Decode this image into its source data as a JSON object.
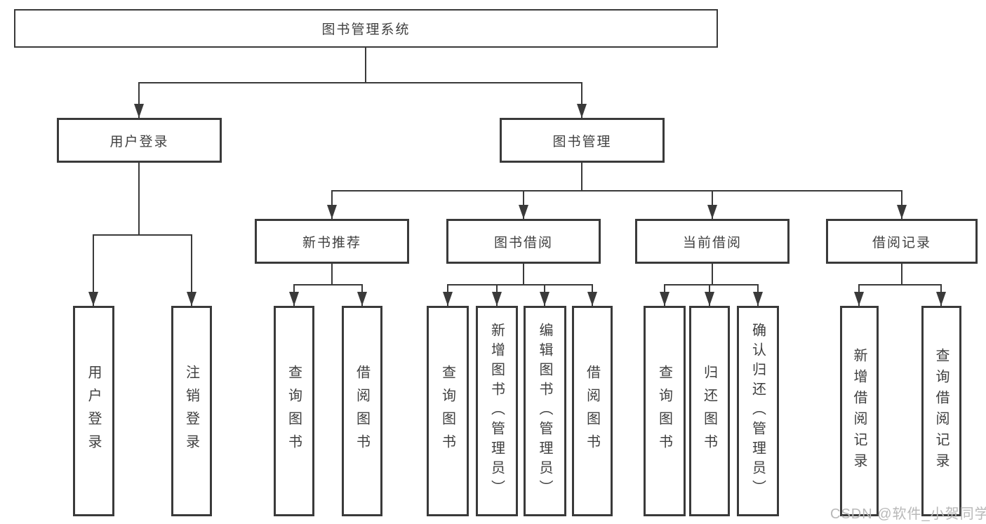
{
  "diagram": {
    "tree": {
      "label": "图书管理系统",
      "children": [
        {
          "label": "用户登录",
          "children": [
            {
              "label": "用户登录"
            },
            {
              "label": "注销登录"
            }
          ]
        },
        {
          "label": "图书管理",
          "children": [
            {
              "label": "新书推荐",
              "children": [
                {
                  "label": "查询图书"
                },
                {
                  "label": "借阅图书"
                }
              ]
            },
            {
              "label": "图书借阅",
              "children": [
                {
                  "label": "查询图书"
                },
                {
                  "label": "新增图书（管理员）"
                },
                {
                  "label": "编辑图书（管理员）"
                },
                {
                  "label": "借阅图书"
                }
              ]
            },
            {
              "label": "当前借阅",
              "children": [
                {
                  "label": "查询图书"
                },
                {
                  "label": "归还图书"
                },
                {
                  "label": "确认归还（管理员）"
                }
              ]
            },
            {
              "label": "借阅记录",
              "children": [
                {
                  "label": "新增借阅记录"
                },
                {
                  "label": "查询借阅记录"
                }
              ]
            }
          ]
        }
      ]
    },
    "watermark": "CSDN @软件_小贺同学",
    "colors": {
      "line": "#3a3a3a",
      "border": "#3a3a3a",
      "text": "#3f3f3f",
      "watermark": "#b8b8b8",
      "background": "#ffffff"
    }
  }
}
